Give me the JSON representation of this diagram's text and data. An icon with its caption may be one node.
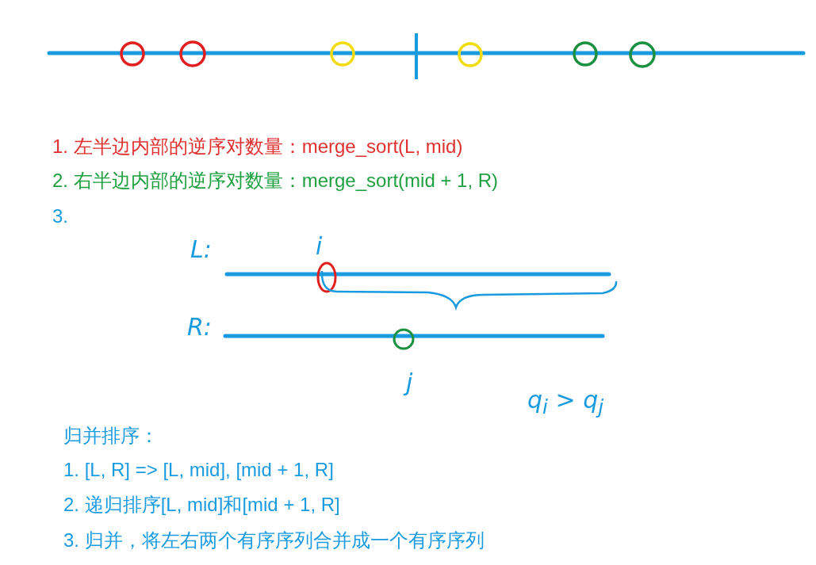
{
  "diagram": {
    "labels": [
      "1. 左半边内部的逆序对数量：merge_sort(L, mid)",
      "2. 右半边内部的逆序对数量：merge_sort(mid + 1, R)",
      "3.",
      "L:",
      "i",
      "R:",
      "j",
      "q$_{i}$ > q$_{j}$",
      "归并排序：",
      "1. [L, R] => [L, mid], [mid + 1, R]",
      "2. 递归排序[L, mid]和[mid + 1, R]",
      "3. 归并，将左右两个有序序列合并成一个有序序列"
    ]
  }
}
